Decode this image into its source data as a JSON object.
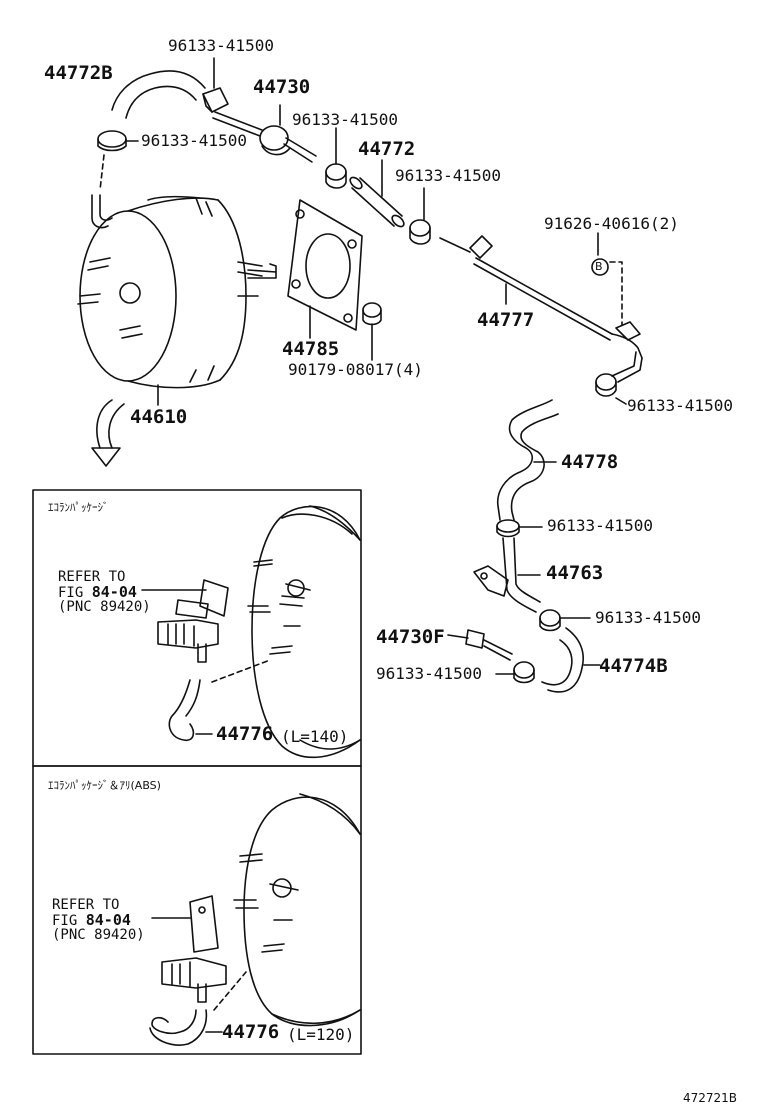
{
  "parts": {
    "p44772b": "44772B",
    "p96133_top": "96133-41500",
    "p96133_left": "96133-41500",
    "p44730": "44730",
    "p96133_mid": "96133-41500",
    "p44772": "44772",
    "p96133_44772": "96133-41500",
    "p91626": "91626-40616(2)",
    "marker_b": "B",
    "p44777": "44777",
    "p44785": "44785",
    "p90179": "90179-08017(4)",
    "p44610": "44610",
    "p96133_right1": "96133-41500",
    "p44778": "44778",
    "p96133_right2": "96133-41500",
    "p44763": "44763",
    "p96133_right3": "96133-41500",
    "p44730f": "44730F",
    "p96133_right4": "96133-41500",
    "p44774b": "44774B"
  },
  "box1": {
    "title": "ｴｺﾗﾝﾊﾟｯｹｰｼﾞ",
    "refer_line1": "REFER TO",
    "refer_fig": "FIG",
    "refer_fig_no": "84-04",
    "refer_pnc": "(PNC 89420)",
    "part": "44776",
    "length": "(L=140)"
  },
  "box2": {
    "title": "ｴｺﾗﾝﾊﾟｯｹｰｼﾞ＆ｱﾘ(ABS)",
    "refer_line1": "REFER TO",
    "refer_fig": "FIG",
    "refer_fig_no": "84-04",
    "refer_pnc": "(PNC 89420)",
    "part": "44776",
    "length": "(L=120)"
  },
  "figure_id": "472721B"
}
